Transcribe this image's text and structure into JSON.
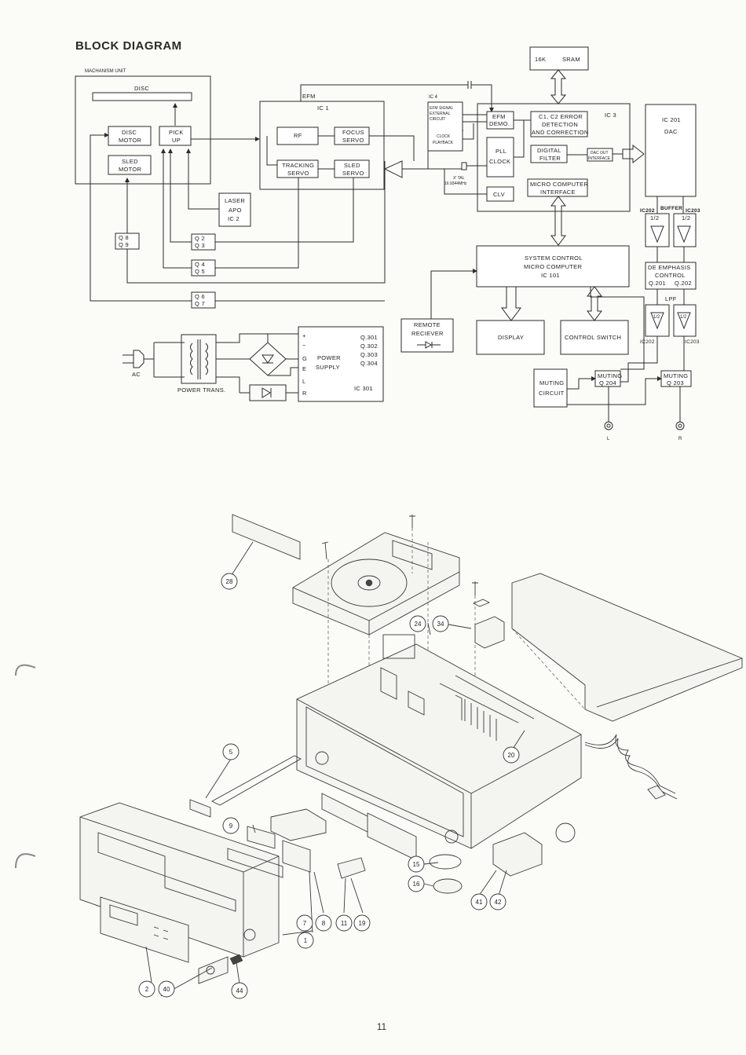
{
  "page": {
    "title": "BLOCK DIAGRAM",
    "page_number": "11"
  },
  "block_diagram": {
    "mechanism_unit": "MACHANISM UNIT",
    "disc": "DISC",
    "disc_motor": [
      "DISC",
      "MOTOR"
    ],
    "pick_up": [
      "PICK",
      "UP"
    ],
    "sled_motor": [
      "SLED",
      "MOTOR"
    ],
    "laser_apo": [
      "LASER",
      "APO",
      "IC 2"
    ],
    "q8_q9": [
      "Q 8",
      "Q 9"
    ],
    "q2_q3": [
      "Q 2",
      "Q 3"
    ],
    "q4_q5": [
      "Q 4",
      "Q 5"
    ],
    "q6_q7": [
      "Q 6",
      "Q 7"
    ],
    "efm": "EFM",
    "ic1": "IC 1",
    "rf": "RF",
    "focus_servo": [
      "FOCUS",
      "SERVO"
    ],
    "tracking_servo": [
      "TRACKING",
      "SERVO"
    ],
    "sled_servo": [
      "SLED",
      "SERVO"
    ],
    "ic4": "IC 4",
    "efm_signal": [
      "EFM SIGNAL",
      "EXTERNAL",
      "CIRCUIT"
    ],
    "clock_playback": [
      "CLOCK",
      "PLAYBACK"
    ],
    "xtal": [
      "X' TAL",
      "16.9344MHz"
    ],
    "efm_demo": [
      "EFM",
      "DEMO."
    ],
    "pll_clock": [
      "PLL",
      "CLOCK"
    ],
    "clv": "CLV",
    "error_detection": [
      "C1, C2  ERROR",
      "DETECTION",
      "AND CORRECTION"
    ],
    "ic3": "IC 3",
    "digital_filter": [
      "DIGITAL",
      "FILTER"
    ],
    "dac_out": [
      "DAC OUT",
      "INTERFACE"
    ],
    "micro_interface": [
      "MICRO COMPUTER",
      "INTERFACE"
    ],
    "sram": [
      "16K",
      "SRAM"
    ],
    "ic201": [
      "IC 201",
      "DAC"
    ],
    "ic202": "IC202",
    "buffer": "BUFFER",
    "ic203": "IC203",
    "half": "1/2",
    "de_emphasis": [
      "DE EMPHASIS",
      "CONTROL",
      "Q.201",
      "Q.202"
    ],
    "lpf": "LPF",
    "system_control": [
      "SYSTEM  CONTROL",
      "MICRO  COMPUTER",
      "IC  101"
    ],
    "remote": [
      "REMOTE",
      "RECIEVER"
    ],
    "display": "DISPLAY",
    "control_switch": "CONTROL  SWITCH",
    "muting_circuit": [
      "MUTING",
      "CIRCUIT"
    ],
    "muting_q204": [
      "MUTING",
      "Q 204"
    ],
    "muting_q203": [
      "MUTING",
      "Q 203"
    ],
    "out_l": "L",
    "out_r": "R",
    "ac": "AC",
    "power_trans": "POWER  TRANS.",
    "power_supply": [
      "POWER",
      "SUPPLY"
    ],
    "ps_pins": [
      "+",
      "−",
      "G",
      "E",
      "L",
      "R"
    ],
    "ps_transistors": [
      "Q.301",
      "Q.302",
      "Q.303",
      "Q.304"
    ],
    "ic301": "IC 301"
  },
  "exploded_view": {
    "callouts": [
      "28",
      "24",
      "34",
      "5",
      "20",
      "9",
      "15",
      "16",
      "7",
      "8",
      "11",
      "19",
      "1",
      "41",
      "42",
      "2",
      "40",
      "44"
    ]
  }
}
